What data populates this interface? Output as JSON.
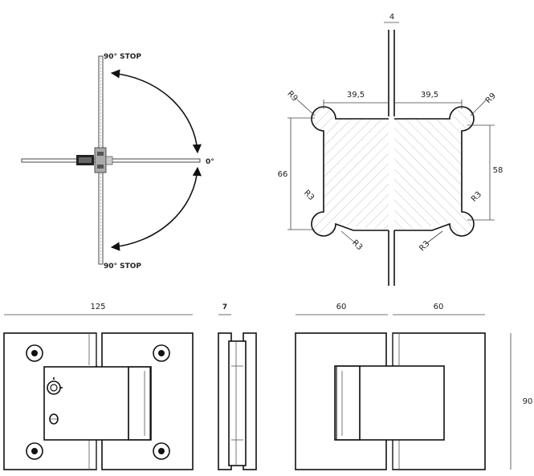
{
  "swing_diagram": {
    "stop_top": "90° STOP",
    "stop_bottom": "90° STOP",
    "zero": "0°"
  },
  "section_detail": {
    "glass": "4",
    "left_width": "39,5",
    "right_width": "39,5",
    "left_height": "66",
    "right_height": "58",
    "radius_top_left": "R9",
    "radius_top_right": "R9",
    "radius_inner_left": "R3",
    "radius_inner_right": "R3",
    "radius_bottom_left": "R3",
    "radius_bottom_right": "R3"
  },
  "elevations": {
    "front_width": "125",
    "side_thickness": "7",
    "back_left": "60",
    "back_right": "60",
    "height": "90"
  }
}
